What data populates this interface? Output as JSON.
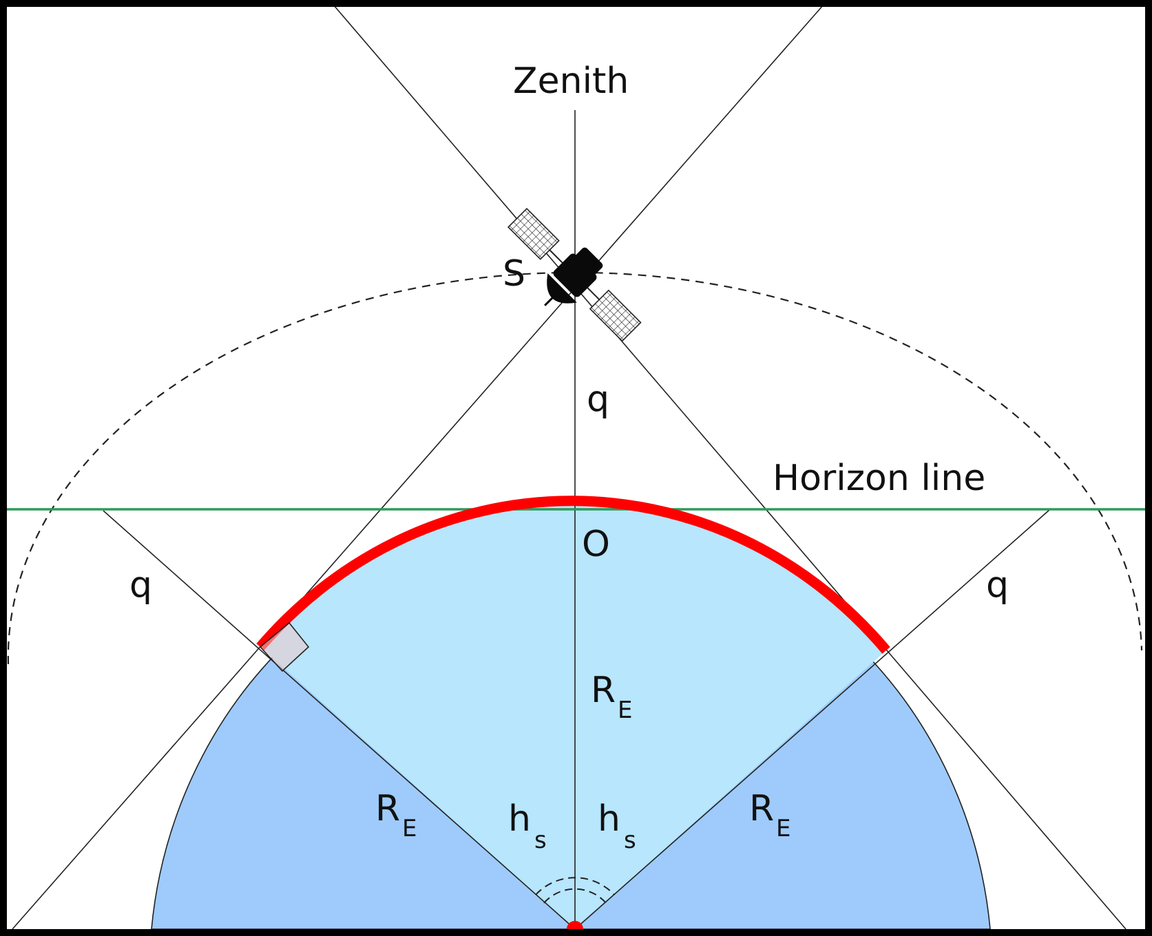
{
  "labels": {
    "zenith": "Zenith",
    "satellite": "S",
    "horizon_line": "Horizon line",
    "origin": "O",
    "q_center": "q",
    "q_left": "q",
    "q_right": "q",
    "re_center": "R",
    "re_center_sub": "E",
    "re_left": "R",
    "re_left_sub": "E",
    "re_right": "R",
    "re_right_sub": "E",
    "hs_left": "h",
    "hs_left_sub": "s",
    "hs_right": "h",
    "hs_right_sub": "s"
  },
  "colors": {
    "earth": "#9ecbfb",
    "coverage": "#b7e6fd",
    "coverage_arc": "#ff0000",
    "horizon": "#2e9a5a",
    "line": "#222222",
    "frame": "#000000"
  }
}
